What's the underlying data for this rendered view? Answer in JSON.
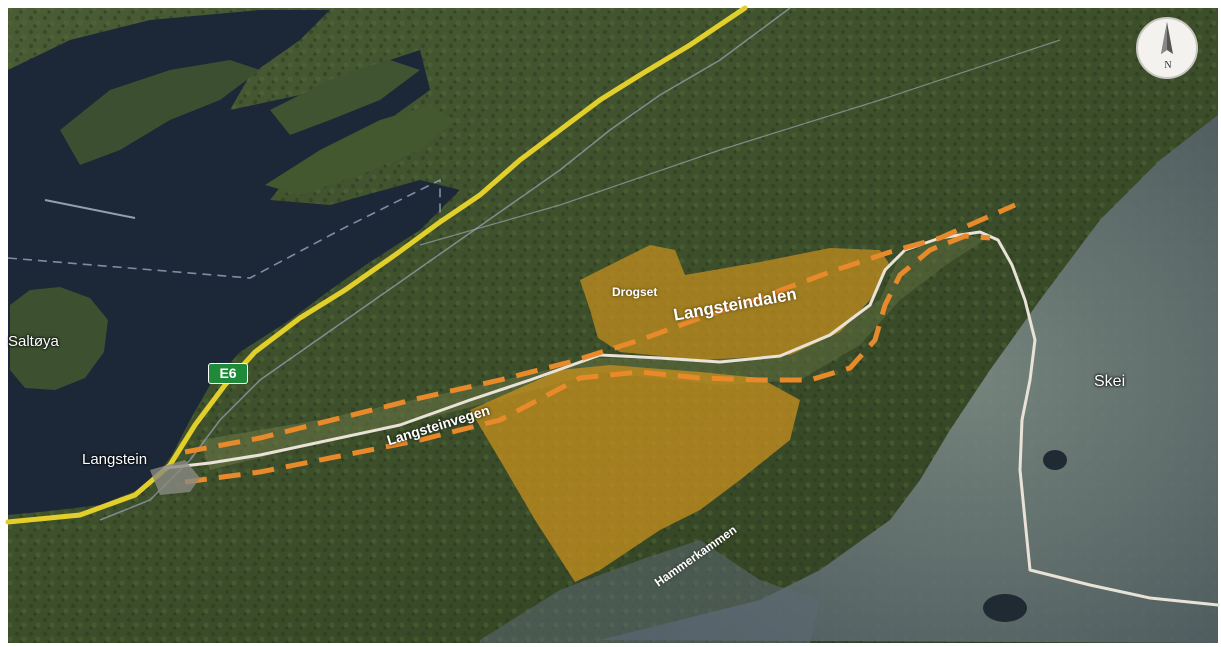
{
  "map": {
    "places": {
      "saltoya": "Saltøya",
      "langstein": "Langstein",
      "skei": "Skei",
      "drogset": "Drogset"
    },
    "areas": {
      "langsteindalen": "Langsteindalen",
      "hammerkammen": "Hammerkammen"
    },
    "roads": {
      "langsteinvegen": "Langsteinvegen",
      "e6_shield": "E6"
    },
    "compass": {
      "north_label": "N"
    },
    "colors": {
      "water": "#1c2738",
      "forest": "#3d4f2a",
      "motorway": "#e2cf2b",
      "study_area": "#c8901e",
      "corridor_outline": "#e8892a",
      "local_road": "#e9e2d6",
      "e6_shield": "#1f8a3a"
    }
  }
}
